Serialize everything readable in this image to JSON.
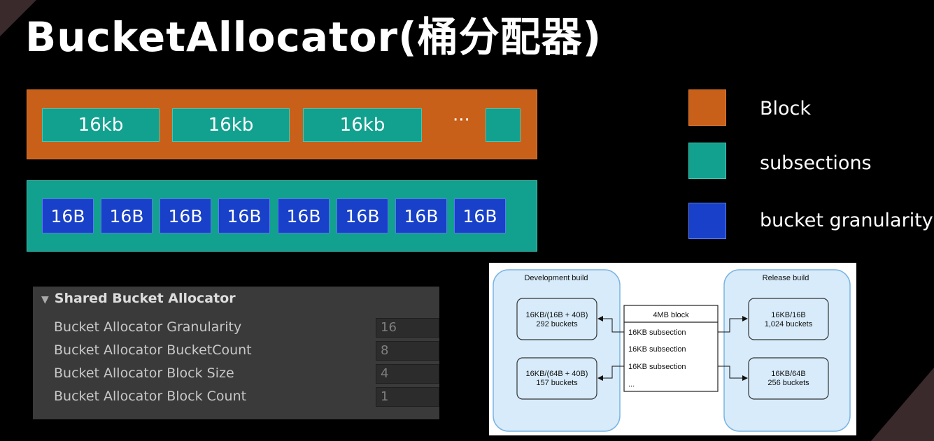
{
  "title": "BucketAllocator(桶分配器)",
  "block_bar": {
    "subsections": [
      "16kb",
      "16kb",
      "16kb",
      ""
    ],
    "ellipsis": "···"
  },
  "bucket_bar": {
    "buckets": [
      "16B",
      "16B",
      "16B",
      "16B",
      "16B",
      "16B",
      "16B",
      "16B"
    ]
  },
  "legend": [
    {
      "label": "Block",
      "color": "#c9601a"
    },
    {
      "label": "subsections",
      "color": "#12a08f"
    },
    {
      "label": "bucket granularity",
      "color": "#1840c8"
    }
  ],
  "inspector": {
    "header": "Shared Bucket Allocator",
    "rows": [
      {
        "label": "Bucket Allocator Granularity",
        "value": "16"
      },
      {
        "label": "Bucket Allocator BucketCount",
        "value": "8"
      },
      {
        "label": "Bucket Allocator Block Size",
        "value": "4"
      },
      {
        "label": "Bucket Allocator Block Count",
        "value": "1"
      }
    ]
  },
  "diagram": {
    "dev_title": "Development build",
    "release_title": "Release build",
    "dev_boxes": [
      {
        "line1": "16KB/(16B + 40B)",
        "line2": "292 buckets"
      },
      {
        "line1": "16KB/(64B + 40B)",
        "line2": "157 buckets"
      }
    ],
    "release_boxes": [
      {
        "line1": "16KB/16B",
        "line2": "1,024 buckets"
      },
      {
        "line1": "16KB/64B",
        "line2": "256 buckets"
      }
    ],
    "center_header": "4MB block",
    "center_rows": [
      "16KB subsection",
      "16KB subsection",
      "16KB subsection",
      "..."
    ]
  }
}
